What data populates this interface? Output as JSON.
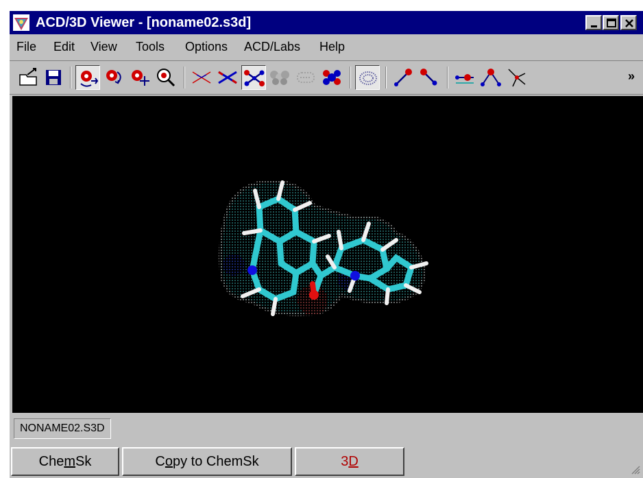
{
  "window": {
    "title": "ACD/3D Viewer - [noname02.s3d]",
    "controls": [
      "minimize-icon",
      "restore-icon",
      "close-icon"
    ]
  },
  "menu": [
    "File",
    "Edit",
    "View",
    "Tools",
    "Options",
    "ACD/Labs",
    "Help"
  ],
  "toolbar": {
    "overflow_label": "»",
    "buttons": [
      "open-file-icon",
      "save-icon",
      "rotate-icon",
      "rotate-3d-icon",
      "move-icon",
      "zoom-icon",
      "wire-icon",
      "sticks-icon",
      "ball-stick-icon",
      "spacefill-icon",
      "dots-icon",
      "bonds-icon",
      "dot-surface-icon",
      "measure-distance-icon",
      "measure-angle-icon",
      "bond-length-icon",
      "bond-angle-icon",
      "torsion-icon"
    ]
  },
  "status": {
    "filename": "NONAME02.S3D"
  },
  "bottom_buttons": [
    {
      "pre": "Che",
      "key": "m",
      "post": "Sk"
    },
    {
      "pre": "C",
      "key": "o",
      "post": "py to ChemSk"
    },
    {
      "pre": "3",
      "key": "D",
      "post": ""
    }
  ]
}
